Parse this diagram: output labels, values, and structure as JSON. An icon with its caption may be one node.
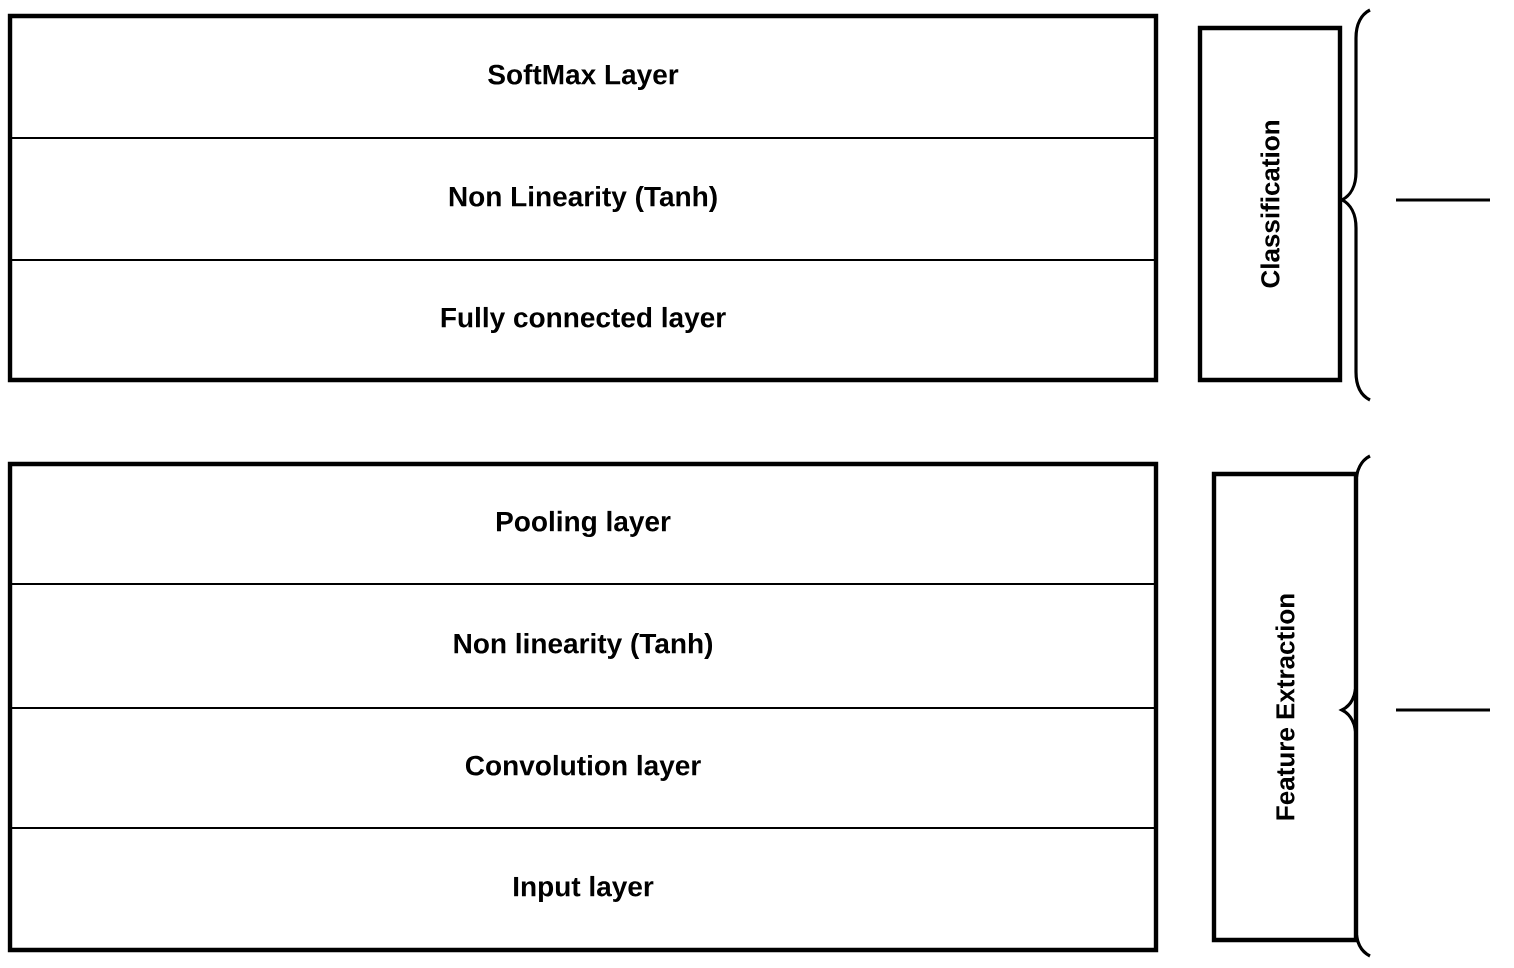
{
  "diagram": {
    "nodes": [
      {
        "text": [
          "SoftMax Layer"
        ]
      },
      {
        "text": [
          "Non Linearity (Tanh)"
        ]
      },
      {
        "text": [
          "Fully connected layer"
        ]
      },
      {
        "text": [
          "Classification"
        ]
      },
      {
        "text": [
          "Pooling layer"
        ]
      },
      {
        "text": [
          "Non linearity (Tanh)"
        ]
      },
      {
        "text": [
          "Convolution layer"
        ]
      },
      {
        "text": [
          "Input layer"
        ]
      },
      {
        "text": [
          "Feature Extraction"
        ]
      }
    ]
  }
}
